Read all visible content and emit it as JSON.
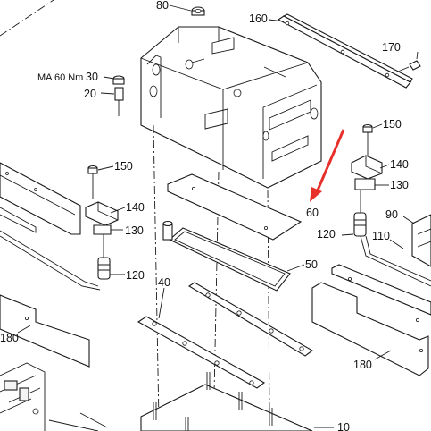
{
  "callouts": {
    "c80": "80",
    "c160": "160",
    "c170": "170",
    "torque_note": "MA 60 Nm",
    "c30": "30",
    "c20": "20",
    "c150_right": "150",
    "c140_right": "140",
    "c130_right": "130",
    "c60": "60",
    "c90": "90",
    "c120_right": "120",
    "c110": "110",
    "c150_left": "150",
    "c140_left": "140",
    "c130_left": "130",
    "c120_left": "120",
    "c50": "50",
    "c40": "40",
    "c180_left": "180",
    "c180_right": "180",
    "c10": "10"
  },
  "colors": {
    "line": "#1a1a1a",
    "highlight_arrow": "#e8302a",
    "background": "#ffffff"
  }
}
